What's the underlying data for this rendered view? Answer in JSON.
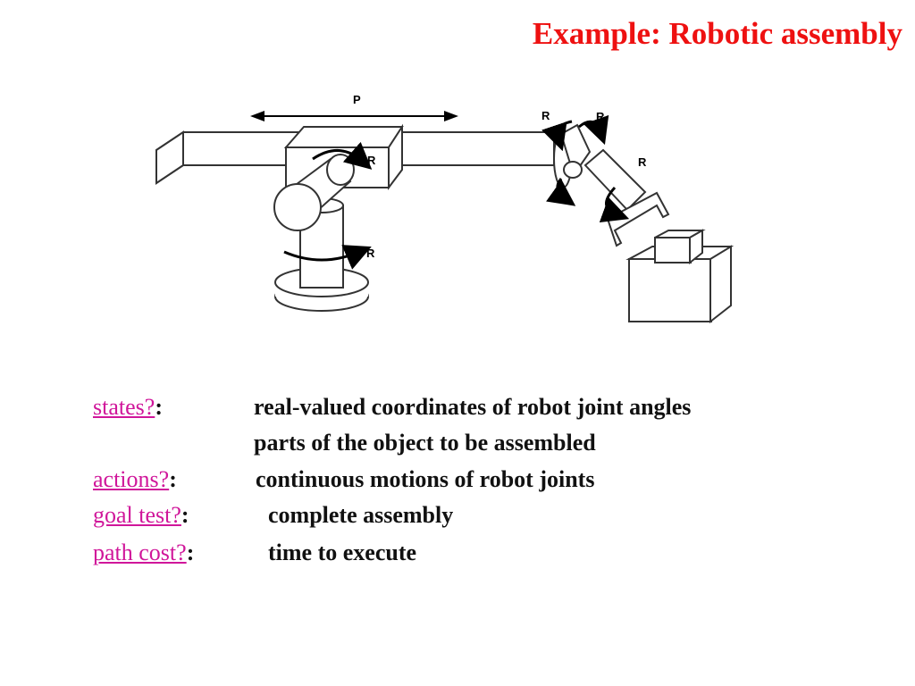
{
  "slide": {
    "title": "Example: Robotic assembly",
    "accent_color": "#ee1111",
    "link_color": "#d0169a"
  },
  "figure": {
    "label_prismatic": "P",
    "label_revolute": "R"
  },
  "definitions": [
    {
      "term": "states?",
      "colon": ":",
      "lines": [
        "real-valued coordinates of robot joint angles",
        "parts of the object to be assembled"
      ]
    },
    {
      "term": "actions?",
      "colon": ":",
      "lines": [
        "continuous motions of robot joints"
      ]
    },
    {
      "term": "goal test?",
      "colon": ":",
      "lines": [
        "complete assembly"
      ]
    },
    {
      "term": "path cost?",
      "colon": ":",
      "lines": [
        "time to execute"
      ]
    }
  ]
}
